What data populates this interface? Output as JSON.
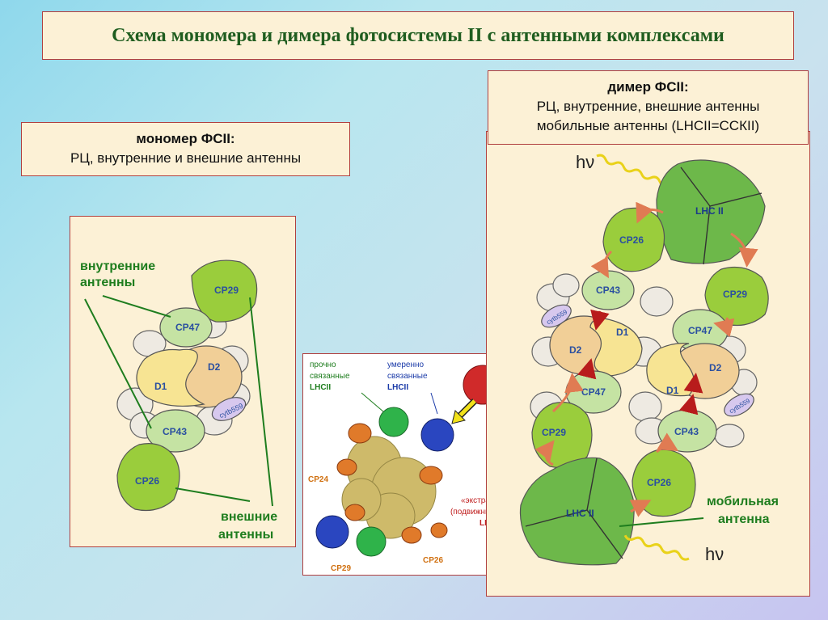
{
  "title": "Схема мономера и димера фотосистемы II с антенными комплексами",
  "monomer_box": {
    "heading": "мономер ФСII:",
    "line1": "РЦ, внутренние и внешние антенны"
  },
  "dimer_box": {
    "heading": "димер ФСII:",
    "line1": "РЦ, внутренние, внешние антенны",
    "line2": "мобильные антенны (LHCII=ССКII)"
  },
  "monomer_diagram": {
    "inner_label_1": "внутренние",
    "inner_label_2": "антенны",
    "outer_label_1": "внешние",
    "outer_label_2": "антенны",
    "cp29": "CP29",
    "cp47": "CP47",
    "d1": "D1",
    "d2": "D2",
    "cytb": "cytb559",
    "cp43": "CP43",
    "cp26": "CP26"
  },
  "structure_panel": {
    "strong_1": "прочно",
    "strong_2": "связанные",
    "strong_3": "LHCII",
    "moderate_1": "умеренно",
    "moderate_2": "связанные",
    "moderate_3": "LHCII",
    "extra_1": "«экстра»",
    "extra_2": "(подвижные)",
    "extra_3": "LHCII",
    "cp24": "CP24",
    "cp29": "CP29",
    "cp26": "CP26"
  },
  "dimer_diagram": {
    "hv_top": "hν",
    "hv_bottom": "hν",
    "lhcii_top": "LHC II",
    "lhcii_bottom": "LHC II",
    "cp26_top": "CP26",
    "cp29_top": "CP29",
    "cp43_top": "CP43",
    "cp47_right": "CP47",
    "d1_top": "D1",
    "d2_top": "D2",
    "cytb_top": "cytb559",
    "d1_bottom": "D1",
    "d2_bottom": "D2",
    "cytb_bottom": "cytb559",
    "cp47_left": "CP47",
    "cp29_left": "CP29",
    "cp43_bottom": "CP43",
    "cp26_bottom": "CP26",
    "mobile_1": "мобильная",
    "mobile_2": "антенна"
  },
  "colors": {
    "antenna_green": "#9acd3c",
    "light_green": "#c5e3a3",
    "lhcii_green": "#6db84a",
    "d1_yellow": "#f7e493",
    "d2_peach": "#f1cf97",
    "cytb_lavender": "#d7c8ee",
    "arrow_orange": "#e07b53"
  }
}
